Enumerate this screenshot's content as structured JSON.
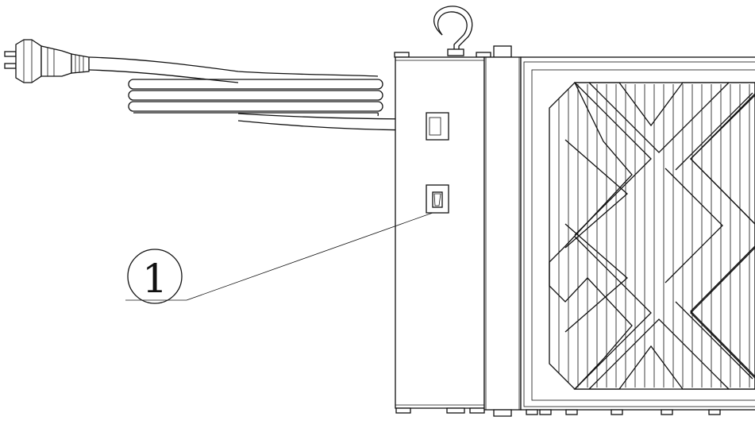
{
  "callouts": [
    {
      "label": "1",
      "target": "rocker-switch"
    }
  ],
  "colors": {
    "line": "#111111",
    "background": "#ffffff"
  },
  "icons": [
    "power-plug-icon",
    "hanging-hook-icon",
    "cable-grommet-icon",
    "rocker-switch-icon",
    "filter-pleats",
    "filter-frame-brace"
  ]
}
